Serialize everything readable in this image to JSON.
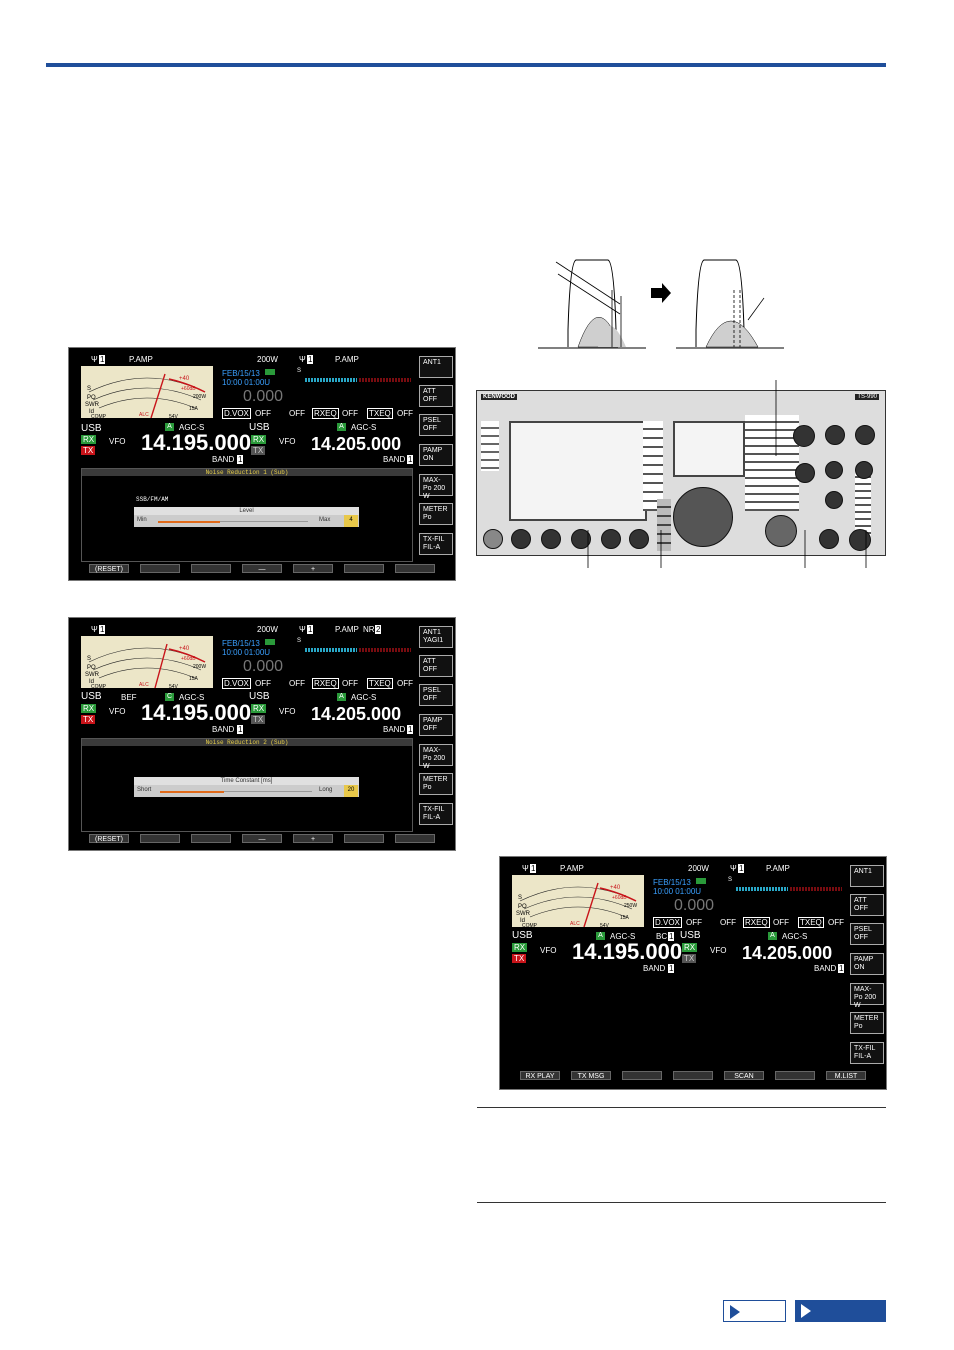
{
  "screen1": {
    "top_left": "P.AMP",
    "power": "200W",
    "top_right": "P.AMP",
    "date": "FEB/15/13",
    "time": "10:00 01:00U",
    "sub_freq_small": "0.000",
    "dvox": "D.VOX",
    "off1": "OFF",
    "off2": "OFF",
    "rxeq": "RXEQ",
    "off3": "OFF",
    "txeq": "TXEQ",
    "off4": "OFF",
    "mode_main": "USB",
    "agc_main": "AGC-S",
    "vfo_main": "VFO",
    "freq_main": "14.195.000",
    "band_main": "BAND",
    "mode_sub": "USB",
    "agc_sub": "AGC-S",
    "vfo_sub": "VFO",
    "freq_sub": "14.205.000",
    "band_sub": "BAND",
    "panel_title": "Noise Reduction 1 (Sub)",
    "mode_label": "SSB/FM/AM",
    "level_head": "Level",
    "min": "Min",
    "max": "Max",
    "value": "4",
    "side_buttons": [
      "ANT1",
      "ATT OFF",
      "PSEL OFF",
      "PAMP ON",
      "MAX-Po 200 W",
      "METER Po",
      "TX-FIL FIL-A"
    ],
    "fkeys": [
      "(RESET)",
      "",
      "",
      "—",
      "+",
      "",
      ""
    ]
  },
  "screen2": {
    "top_left": "",
    "power": "200W",
    "top_right": "P.AMP",
    "nr": "NR",
    "date": "FEB/15/13",
    "time": "10:00 01:00U",
    "sub_freq_small": "0.000",
    "dvox": "D.VOX",
    "off1": "OFF",
    "off2": "OFF",
    "rxeq": "RXEQ",
    "off3": "OFF",
    "txeq": "TXEQ",
    "off4": "OFF",
    "mode_main": "USB",
    "bef": "BEF",
    "agc_main": "AGC-S",
    "vfo_main": "VFO",
    "freq_main": "14.195.000",
    "band_main": "BAND",
    "mode_sub": "USB",
    "agc_sub": "AGC-S",
    "vfo_sub": "VFO",
    "freq_sub": "14.205.000",
    "band_sub": "BAND",
    "panel_title": "Noise Reduction 2 (Sub)",
    "level_head": "Time Constant [ms]",
    "min": "Short",
    "max": "Long",
    "value": "20",
    "side_buttons": [
      "ANT1 YAGI1",
      "ATT OFF",
      "PSEL OFF",
      "PAMP OFF",
      "MAX-Po 200 W",
      "METER Po",
      "TX-FIL FIL-A"
    ],
    "fkeys": [
      "(RESET)",
      "",
      "",
      "—",
      "+",
      "",
      ""
    ]
  },
  "screen3": {
    "top_left": "P.AMP",
    "power": "200W",
    "top_right": "P.AMP",
    "date": "FEB/15/13",
    "time": "10:00 01:00U",
    "sub_freq_small": "0.000",
    "dvox": "D.VOX",
    "off1": "OFF",
    "off2": "OFF",
    "rxeq": "RXEQ",
    "off3": "OFF",
    "txeq": "TXEQ",
    "off4": "OFF",
    "mode_main": "USB",
    "agc_main": "AGC-S",
    "bc": "BC",
    "vfo_main": "VFO",
    "freq_main": "14.195.000",
    "band_main": "BAND",
    "mode_sub": "USB",
    "agc_sub": "AGC-S",
    "vfo_sub": "VFO",
    "freq_sub": "14.205.000",
    "band_sub": "BAND",
    "side_buttons": [
      "ANT1",
      "ATT OFF",
      "PSEL OFF",
      "PAMP ON",
      "MAX-Po 200 W",
      "METER Po",
      "TX-FIL FIL-A"
    ],
    "fkeys": [
      "RX PLAY",
      "TX MSG",
      "",
      "",
      "SCAN",
      "",
      "M.LIST"
    ]
  },
  "common": {
    "rx": "RX",
    "tx": "TX",
    "band_num": "1",
    "vfo_flag": "A",
    "vfo_flag_c": "C",
    "ant_num": "1",
    "nr_num": "2",
    "bc_num": "1"
  },
  "radio": {
    "brand": "KENWOOD",
    "model": "TS-990"
  },
  "colors": {
    "accent": "#1f4e9a",
    "nav_outline": "#1f4e9a",
    "rx_green": "#2a9a3a",
    "tx_red": "#c8141a",
    "date_blue": "#3aa0ff"
  }
}
